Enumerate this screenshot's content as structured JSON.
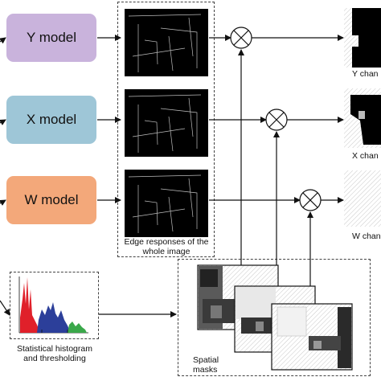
{
  "models": [
    {
      "label": "Y model",
      "color": "#c9b3dc"
    },
    {
      "label": "X model",
      "color": "#9ec6d7"
    },
    {
      "label": "W model",
      "color": "#f3a87a"
    }
  ],
  "edge_panel": {
    "caption_line1": "Edge responses of the",
    "caption_line2": "whole image"
  },
  "histogram_panel": {
    "caption_line1": "Statistical histogram",
    "caption_line2": "and thresholding"
  },
  "masks_panel": {
    "caption_line1": "Spatial",
    "caption_line2": "masks"
  },
  "outputs": [
    {
      "label": "Y chan"
    },
    {
      "label": "X chan"
    },
    {
      "label": "W chan"
    }
  ],
  "colors": {
    "hist_red": "#e0202a",
    "hist_blue": "#2c3f9a",
    "hist_green": "#3aa84a"
  }
}
